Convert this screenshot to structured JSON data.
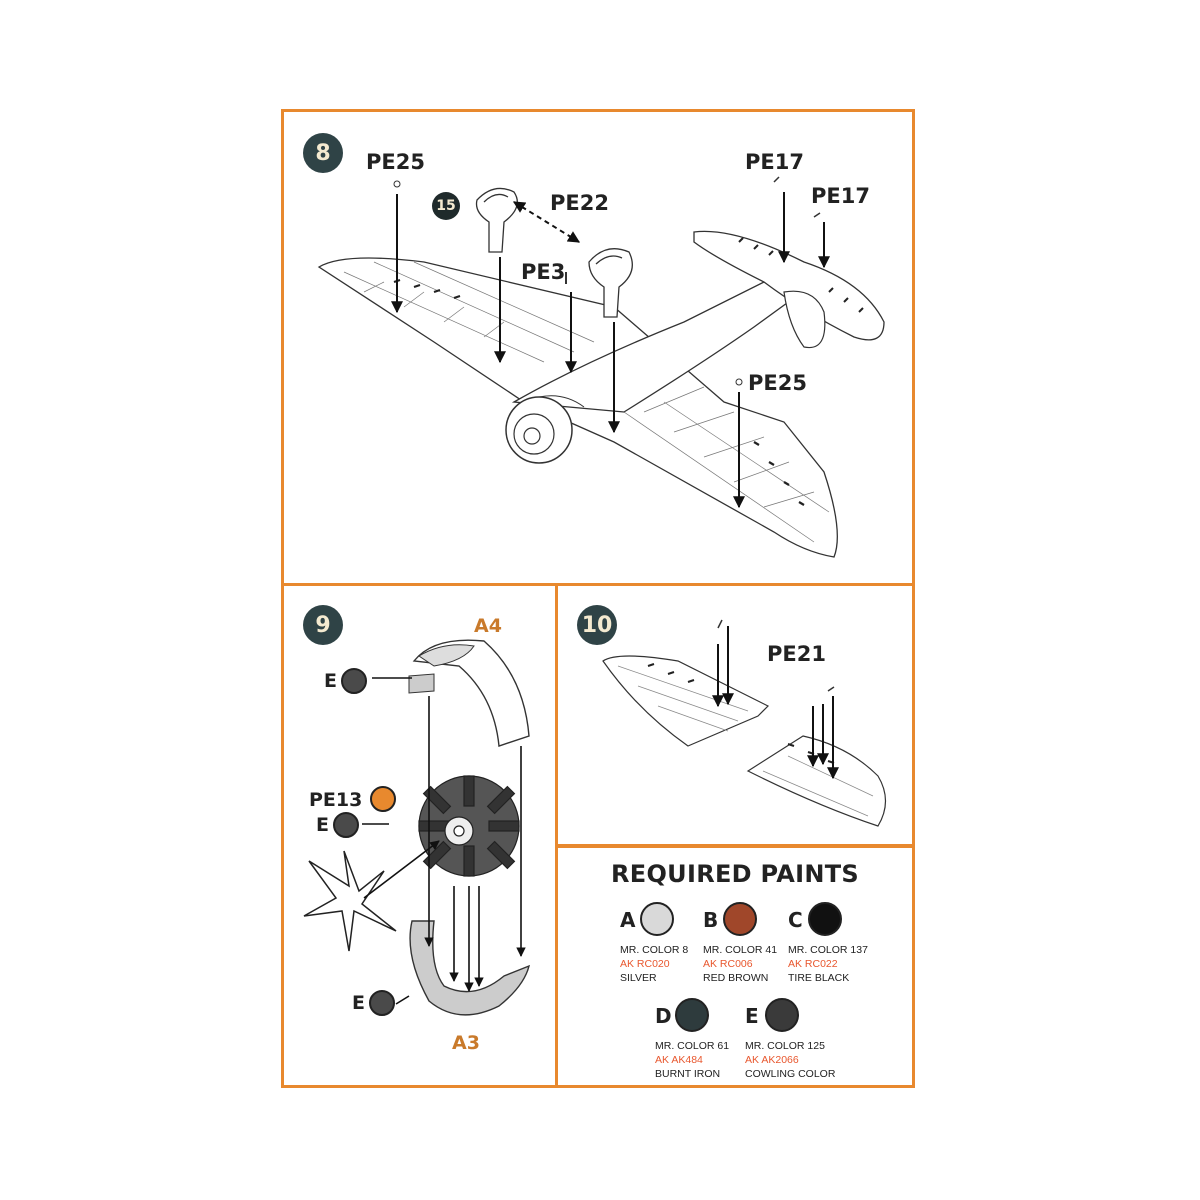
{
  "steps": {
    "step8": {
      "number": "8",
      "sub_badge": "15",
      "labels": {
        "pe25_left": "PE25",
        "pe22": "PE22",
        "pe3": "PE3",
        "pe17_top": "PE17",
        "pe17_right": "PE17",
        "pe25_right": "PE25"
      }
    },
    "step9": {
      "number": "9",
      "labels": {
        "a4": "A4",
        "a3": "A3",
        "pe13": "PE13",
        "e_top": "E",
        "e_mid": "E",
        "e_bottom": "E"
      }
    },
    "step10": {
      "number": "10",
      "labels": {
        "pe21": "PE21"
      }
    }
  },
  "paints": {
    "title": "REQUIRED PAINTS",
    "items": [
      {
        "letter": "A",
        "mr": "MR. COLOR 8",
        "ak": "AK RC020",
        "name": "SILVER",
        "color": "#d9d9d9"
      },
      {
        "letter": "B",
        "mr": "MR. COLOR 41",
        "ak": "AK RC006",
        "name": "RED BROWN",
        "color": "#a0472a"
      },
      {
        "letter": "C",
        "mr": "MR. COLOR 137",
        "ak": "AK RC022",
        "name": "TIRE BLACK",
        "color": "#111111"
      },
      {
        "letter": "D",
        "mr": "MR. COLOR 61",
        "ak": "AK AK484",
        "name": "BURNT IRON",
        "color": "#2e3b3d"
      },
      {
        "letter": "E",
        "mr": "MR. COLOR 125",
        "ak": "AK AK2066",
        "name": "COWLING COLOR",
        "color": "#3a3a3a"
      }
    ]
  },
  "colors": {
    "frame": "#e8892e",
    "badge": "#2f4346",
    "ak_text": "#e8572e",
    "part_label": "#c97a2b"
  }
}
